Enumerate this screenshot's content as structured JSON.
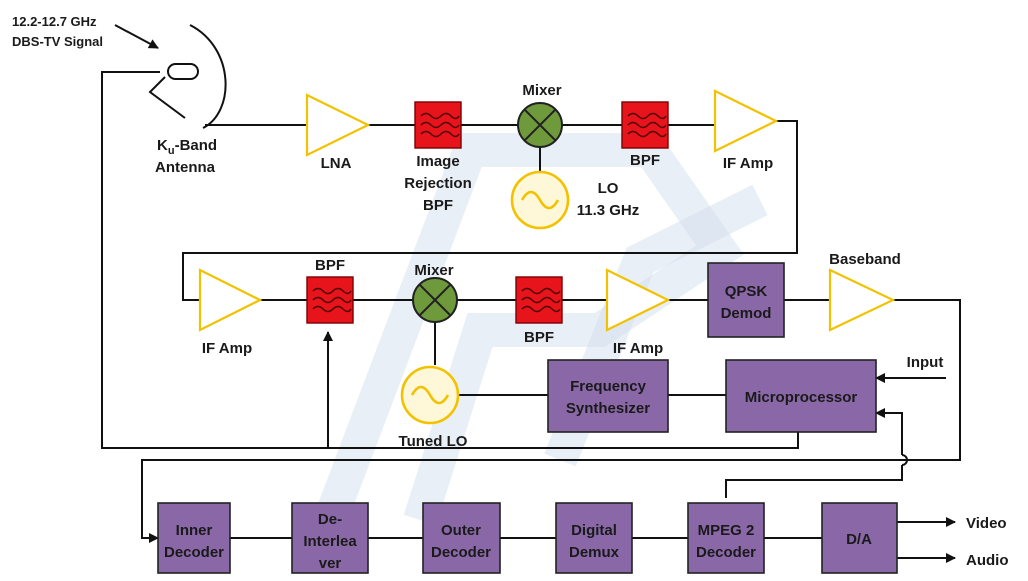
{
  "signal_label": [
    "12.2-12.7 GHz",
    "DBS-TV Signal"
  ],
  "antenna": {
    "main": "K",
    "sub": "u",
    "rest": "-Band",
    "line2": "Antenna"
  },
  "row1": {
    "lna": "LNA",
    "image_bpf": [
      "Image",
      "Rejection",
      "BPF"
    ],
    "mixer": "Mixer",
    "bpf": "BPF",
    "if_amp": "IF Amp",
    "lo": [
      "LO",
      "11.3 GHz"
    ]
  },
  "row2": {
    "if_amp_left": "IF Amp",
    "bpf_left": "BPF",
    "mixer": "Mixer",
    "bpf_right": "BPF",
    "if_amp_right": "IF Amp",
    "qpsk": [
      "QPSK",
      "Demod"
    ],
    "baseband": "Baseband"
  },
  "row3": {
    "tuned_lo": "Tuned LO",
    "synth": [
      "Frequency",
      "Synthesizer"
    ],
    "micro": "Microprocessor",
    "input": "Input"
  },
  "row4": {
    "inner": [
      "Inner",
      "Decoder"
    ],
    "deint": [
      "De-",
      "Interlea",
      "ver"
    ],
    "outer": [
      "Outer",
      "Decoder"
    ],
    "demux": [
      "Digital",
      "Demux"
    ],
    "mpeg": [
      "MPEG 2",
      "Decoder"
    ],
    "da": "D/A",
    "video": "Video",
    "audio": "Audio"
  },
  "colors": {
    "amplifier": "#f2c200",
    "filter": "#e8141b",
    "mixer": "#6f9a3c",
    "block": "#8a68a8"
  }
}
